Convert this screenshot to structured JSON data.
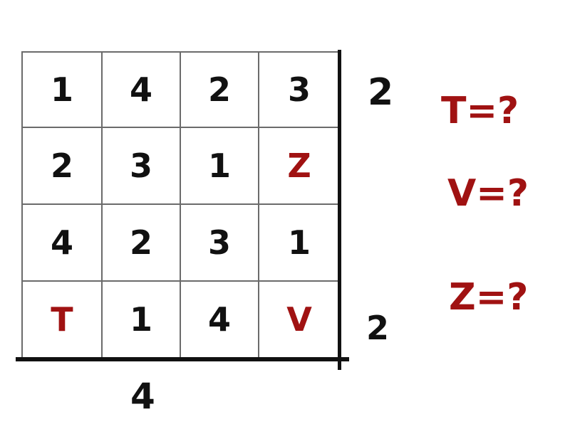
{
  "grid": {
    "rows": [
      [
        {
          "value": "1",
          "kind": "number"
        },
        {
          "value": "4",
          "kind": "number"
        },
        {
          "value": "2",
          "kind": "number"
        },
        {
          "value": "3",
          "kind": "number"
        }
      ],
      [
        {
          "value": "2",
          "kind": "number"
        },
        {
          "value": "3",
          "kind": "number"
        },
        {
          "value": "1",
          "kind": "number"
        },
        {
          "value": "Z",
          "kind": "variable"
        }
      ],
      [
        {
          "value": "4",
          "kind": "number"
        },
        {
          "value": "2",
          "kind": "number"
        },
        {
          "value": "3",
          "kind": "number"
        },
        {
          "value": "1",
          "kind": "number"
        }
      ],
      [
        {
          "value": "T",
          "kind": "variable"
        },
        {
          "value": "1",
          "kind": "number"
        },
        {
          "value": "4",
          "kind": "number"
        },
        {
          "value": "V",
          "kind": "variable"
        }
      ]
    ]
  },
  "clues": {
    "right_top": "2",
    "right_bottom": "2",
    "bottom": "4"
  },
  "questions": [
    "T=?",
    "V=?",
    "Z=?"
  ],
  "colors": {
    "number": "#111111",
    "variable": "#a01212",
    "grid_line": "#6b6b6b",
    "border_line": "#111111"
  }
}
